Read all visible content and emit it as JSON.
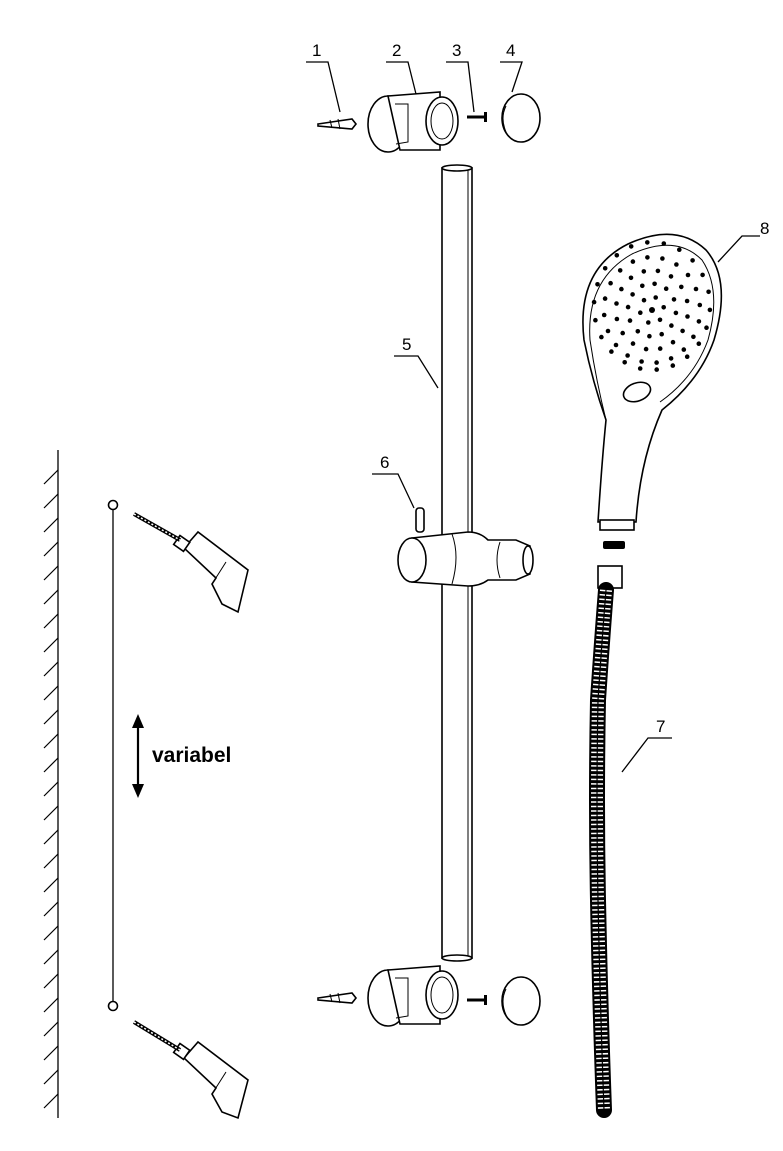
{
  "labels": {
    "p1": "1",
    "p2": "2",
    "p3": "3",
    "p4": "4",
    "p5": "5",
    "p6": "6",
    "p7": "7",
    "p8": "8"
  },
  "variable_text": "variabel",
  "colors": {
    "line": "#000000",
    "background": "#ffffff"
  }
}
